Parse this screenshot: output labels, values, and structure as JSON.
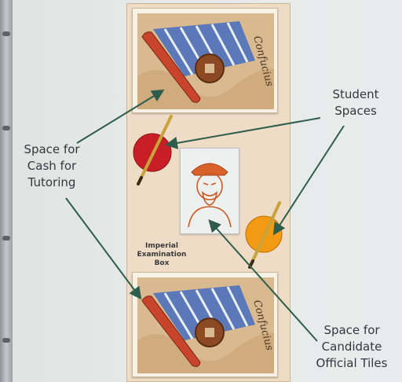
{
  "annotations": {
    "cash_for_tutoring": [
      "Space for",
      "Cash for",
      "Tutoring"
    ],
    "student_spaces": [
      "Student",
      "Spaces"
    ],
    "candidate_tiles": [
      "Space for",
      "Candidate",
      "Official Tiles"
    ]
  },
  "box_label": [
    "Imperial",
    "Examination",
    "Box"
  ],
  "card_title": "Confucius",
  "colors": {
    "strip": "#eedcc6",
    "student_red": "#c81f26",
    "student_orange": "#f39a12",
    "arrow": "#2e5d4c",
    "tile": "#eef0ef"
  },
  "icons": [
    "confucius-card",
    "student-disc-red",
    "student-disc-orange",
    "brush-icon",
    "candidate-official-tile"
  ]
}
